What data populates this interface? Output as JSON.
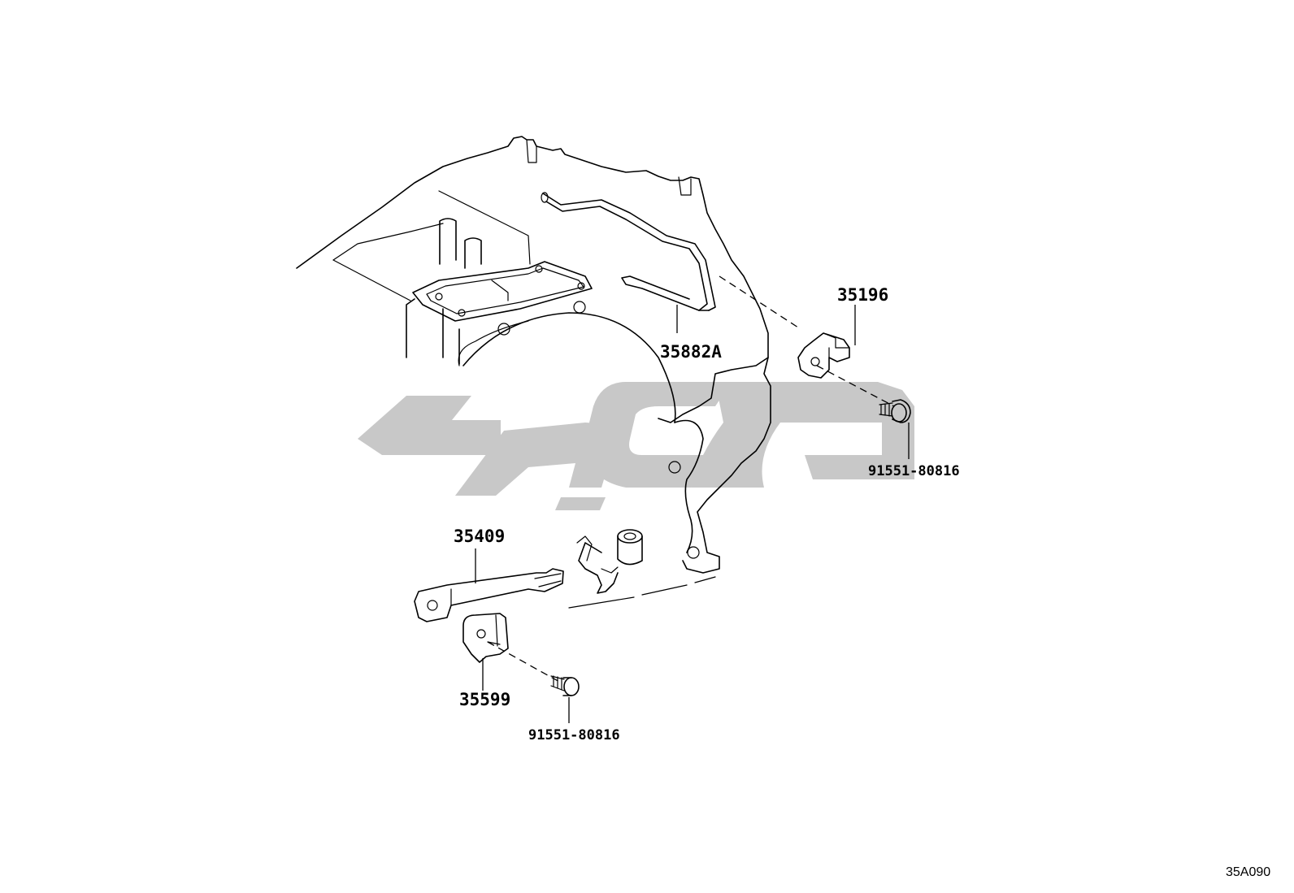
{
  "diagram": {
    "ref_code": "35A090",
    "parts": [
      {
        "id": "35196",
        "label": "35196"
      },
      {
        "id": "35882A",
        "label": "35882A"
      },
      {
        "id": "91551-80816-a",
        "label": "91551-80816"
      },
      {
        "id": "35409",
        "label": "35409"
      },
      {
        "id": "35599",
        "label": "35599"
      },
      {
        "id": "91551-80816-b",
        "label": "91551-80816"
      }
    ],
    "watermark_color": "#c8c8c8",
    "line_color": "#000000"
  }
}
